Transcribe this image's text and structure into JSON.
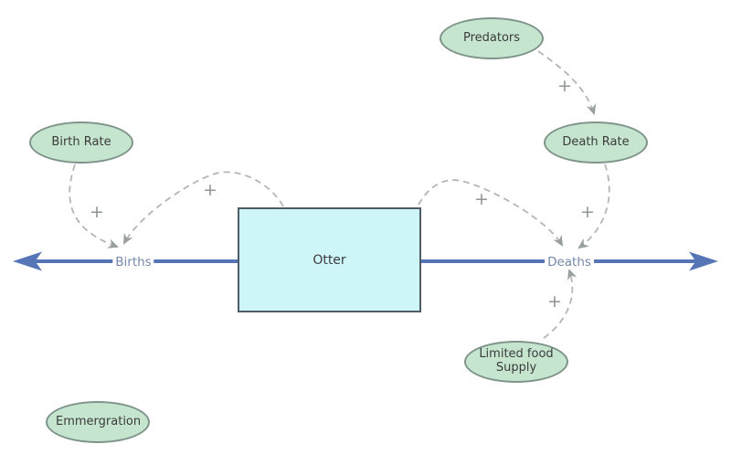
{
  "diagram": {
    "colors": {
      "variable_fill": "#c6e5cf",
      "variable_stroke": "#7e938a",
      "stock_fill": "#cef5f8",
      "stock_stroke": "#4e5c68",
      "flow_arrow": "#5575b7",
      "flow_label": "#7589ab",
      "connector": "#b5b5b5",
      "connector_arrowhead": "#999f9f",
      "text": "#3b3b3b",
      "background": "#ffffff"
    },
    "stock": {
      "label": "Otter"
    },
    "flows": [
      {
        "label": "Births"
      },
      {
        "label": "Deaths"
      }
    ],
    "variables": [
      {
        "label": "Birth Rate"
      },
      {
        "label": "Predators"
      },
      {
        "label": "Death Rate"
      },
      {
        "label": "Limited food Supply"
      },
      {
        "label": "Emmergration"
      }
    ],
    "signs": [
      "+",
      "+",
      "+",
      "+",
      "+",
      "+"
    ]
  }
}
